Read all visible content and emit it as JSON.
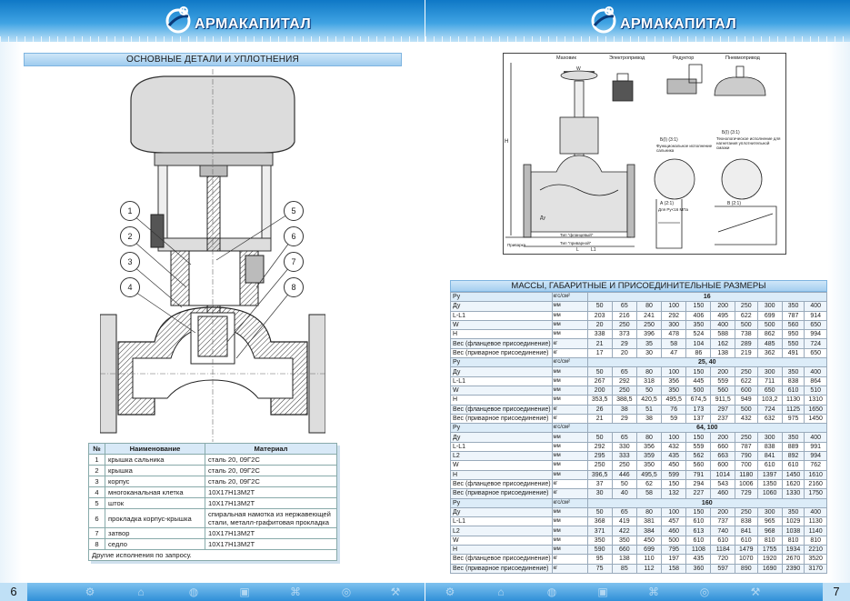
{
  "brand": {
    "name": "АРМАКАПИТАЛ"
  },
  "left_page": {
    "page_number": "6",
    "section_title": "ОСНОВНЫЕ ДЕТАЛИ И УПЛОТНЕНИЯ",
    "callouts": [
      "1",
      "2",
      "3",
      "4",
      "5",
      "6",
      "7",
      "8"
    ],
    "parts_table": {
      "headers": [
        "№",
        "Наименование",
        "Материал"
      ],
      "rows": [
        [
          "1",
          "крышка сальника",
          "сталь 20, 09Г2С"
        ],
        [
          "2",
          "крышка",
          "сталь 20, 09Г2С"
        ],
        [
          "3",
          "корпус",
          "сталь 20, 09Г2С"
        ],
        [
          "4",
          "многоканальная клетка",
          "10Х17Н13М2Т"
        ],
        [
          "5",
          "шток",
          "10Х17Н13М2Т"
        ],
        [
          "6",
          "прокладка корпус-крышка",
          "спиральная намотка из нержавеющей стали, металл-графитовая прокладка"
        ],
        [
          "7",
          "затвор",
          "10Х17Н13М2Т"
        ],
        [
          "8",
          "седло",
          "10Х17Н13М2Т"
        ]
      ],
      "footer": "Другие исполнения по запросу."
    }
  },
  "right_page": {
    "page_number": "7",
    "drawing_labels": {
      "manual": "Маховик",
      "electric": "Электропривод",
      "reducer": "Редуктор",
      "pneumatic": "Пневмопривод",
      "view_b1": "Б(I) (3:1)",
      "view_b1_caption": "Функциональное исполнение сальника",
      "view_b2": "Б(I) (3:1)",
      "view_b2_caption": "Технологическое исполнение для нагнетания уплотнительной смазки",
      "view_a": "А (2:1)",
      "view_a_note": "Для Pу<16 МПа",
      "view_b": "В (2:1)",
      "weld_note": "Тип \"приварной\"",
      "flange_note": "Тип \"фланцевый\"",
      "label_h": "H",
      "label_l": "L",
      "label_l1": "L1",
      "label_w": "W",
      "label_dn": "Ду",
      "label_support": "Приварка"
    },
    "spec_title": "МАССЫ, ГАБАРИТНЫЕ И ПРИСОЕДИНИТЕЛЬНЫЕ РАЗМЕРЫ",
    "spec_groups": [
      {
        "pressure": "16",
        "rows": [
          {
            "param": "Ду",
            "unit": "мм",
            "values": [
              "50",
              "65",
              "80",
              "100",
              "150",
              "200",
              "250",
              "300",
              "350",
              "400"
            ]
          },
          {
            "param": "L-L1",
            "unit": "мм",
            "values": [
              "203",
              "216",
              "241",
              "292",
              "406",
              "495",
              "622",
              "699",
              "787",
              "914"
            ]
          },
          {
            "param": "W",
            "unit": "мм",
            "values": [
              "20",
              "250",
              "250",
              "300",
              "350",
              "400",
              "500",
              "500",
              "560",
              "650"
            ]
          },
          {
            "param": "H",
            "unit": "мм",
            "values": [
              "338",
              "373",
              "396",
              "478",
              "524",
              "588",
              "738",
              "862",
              "950",
              "994"
            ]
          },
          {
            "param": "Вес (фланцевое присоединение)",
            "unit": "кг",
            "values": [
              "21",
              "29",
              "35",
              "58",
              "104",
              "162",
              "289",
              "485",
              "550",
              "724"
            ]
          },
          {
            "param": "Вес (приварное присоединение)",
            "unit": "кг",
            "values": [
              "17",
              "20",
              "30",
              "47",
              "86",
              "138",
              "219",
              "362",
              "491",
              "650"
            ]
          }
        ]
      },
      {
        "pressure": "25, 40",
        "rows": [
          {
            "param": "Ду",
            "unit": "мм",
            "values": [
              "50",
              "65",
              "80",
              "100",
              "150",
              "200",
              "250",
              "300",
              "350",
              "400"
            ]
          },
          {
            "param": "L-L1",
            "unit": "мм",
            "values": [
              "267",
              "292",
              "318",
              "356",
              "445",
              "559",
              "622",
              "711",
              "838",
              "864"
            ]
          },
          {
            "param": "W",
            "unit": "мм",
            "values": [
              "200",
              "250",
              "50",
              "350",
              "500",
              "560",
              "600",
              "650",
              "610",
              "510"
            ]
          },
          {
            "param": "H",
            "unit": "мм",
            "values": [
              "353,5",
              "388,5",
              "420,5",
              "495,5",
              "674,5",
              "911,5",
              "949",
              "103,2",
              "1130",
              "1310"
            ]
          },
          {
            "param": "Вес (фланцевое присоединение)",
            "unit": "кг",
            "values": [
              "26",
              "38",
              "51",
              "76",
              "173",
              "297",
              "500",
              "724",
              "1125",
              "1650"
            ]
          },
          {
            "param": "Вес (приварное присоединение)",
            "unit": "кг",
            "values": [
              "21",
              "29",
              "38",
              "59",
              "137",
              "237",
              "432",
              "632",
              "975",
              "1450"
            ]
          }
        ]
      },
      {
        "pressure": "64, 100",
        "rows": [
          {
            "param": "Ду",
            "unit": "мм",
            "values": [
              "50",
              "65",
              "80",
              "100",
              "150",
              "200",
              "250",
              "300",
              "350",
              "400"
            ]
          },
          {
            "param": "L-L1",
            "unit": "мм",
            "values": [
              "292",
              "330",
              "356",
              "432",
              "559",
              "660",
              "787",
              "838",
              "889",
              "991"
            ]
          },
          {
            "param": "L2",
            "unit": "мм",
            "values": [
              "295",
              "333",
              "359",
              "435",
              "562",
              "663",
              "790",
              "841",
              "892",
              "994"
            ]
          },
          {
            "param": "W",
            "unit": "мм",
            "values": [
              "250",
              "250",
              "350",
              "450",
              "560",
              "600",
              "700",
              "610",
              "610",
              "762"
            ]
          },
          {
            "param": "H",
            "unit": "мм",
            "values": [
              "396,5",
              "446",
              "495,5",
              "599",
              "791",
              "1014",
              "1180",
              "1397",
              "1450",
              "1610"
            ]
          },
          {
            "param": "Вес (фланцевое присоединение)",
            "unit": "кг",
            "values": [
              "37",
              "50",
              "62",
              "150",
              "294",
              "543",
              "1006",
              "1350",
              "1620",
              "2160"
            ]
          },
          {
            "param": "Вес (приварное присоединение)",
            "unit": "кг",
            "values": [
              "30",
              "40",
              "58",
              "132",
              "227",
              "460",
              "729",
              "1060",
              "1330",
              "1750"
            ]
          }
        ]
      },
      {
        "pressure": "160",
        "rows": [
          {
            "param": "Ду",
            "unit": "мм",
            "values": [
              "50",
              "65",
              "80",
              "100",
              "150",
              "200",
              "250",
              "300",
              "350",
              "400"
            ]
          },
          {
            "param": "L-L1",
            "unit": "мм",
            "values": [
              "368",
              "419",
              "381",
              "457",
              "610",
              "737",
              "838",
              "965",
              "1029",
              "1130"
            ]
          },
          {
            "param": "L2",
            "unit": "мм",
            "values": [
              "371",
              "422",
              "384",
              "460",
              "613",
              "740",
              "841",
              "968",
              "1038",
              "1140"
            ]
          },
          {
            "param": "W",
            "unit": "мм",
            "values": [
              "350",
              "350",
              "450",
              "500",
              "610",
              "610",
              "610",
              "810",
              "810",
              "810"
            ]
          },
          {
            "param": "H",
            "unit": "мм",
            "values": [
              "590",
              "660",
              "699",
              "795",
              "1108",
              "1184",
              "1479",
              "1755",
              "1934",
              "2210"
            ]
          },
          {
            "param": "Вес (фланцевое присоединение)",
            "unit": "кг",
            "values": [
              "95",
              "138",
              "110",
              "197",
              "435",
              "720",
              "1070",
              "1920",
              "2670",
              "3520"
            ]
          },
          {
            "param": "Вес (приварное присоединение)",
            "unit": "кг",
            "values": [
              "75",
              "85",
              "112",
              "158",
              "360",
              "597",
              "890",
              "1690",
              "2390",
              "3170"
            ]
          }
        ]
      }
    ],
    "group_label": "Ру",
    "group_unit": "кгс/см²"
  }
}
